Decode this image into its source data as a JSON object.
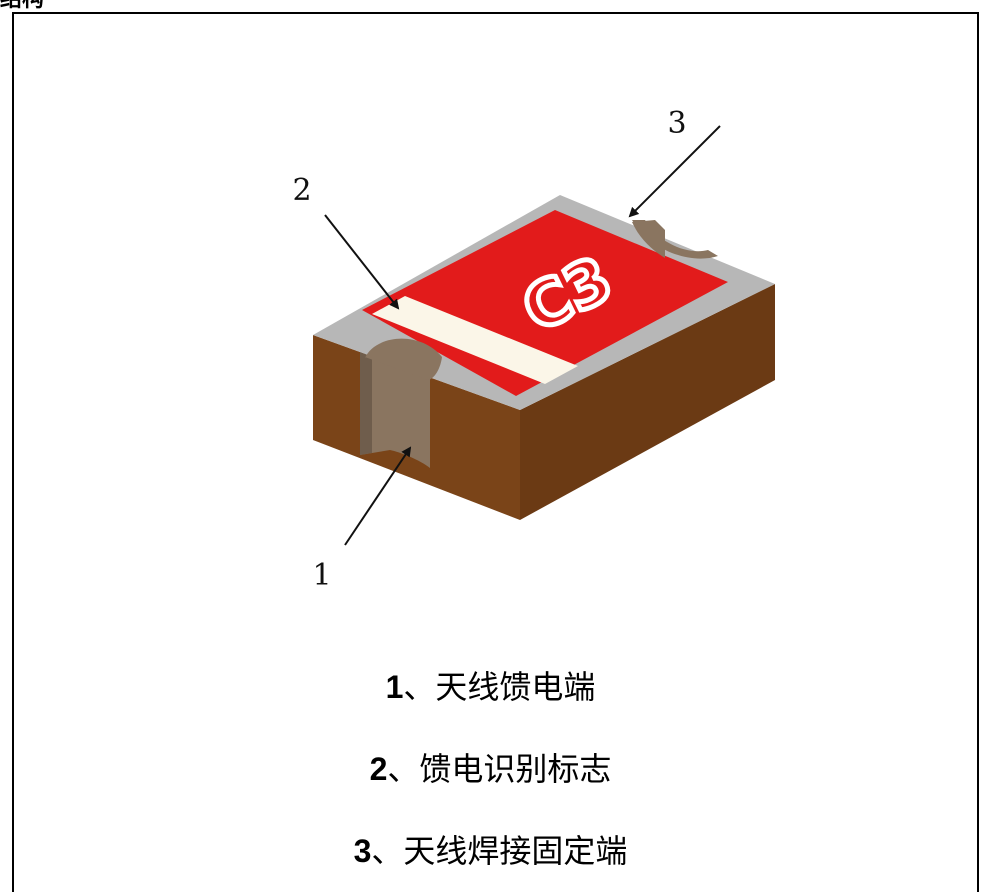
{
  "heading": "结构",
  "component": {
    "marking": "C3",
    "colors": {
      "body_brown": "#6b3a14",
      "body_brown_dark": "#5a2f0e",
      "terminal_gray": "#b7b7b7",
      "pad_brown": "#8a7560",
      "top_red": "#e21b1b",
      "feed_mark": "#fbf6e8"
    }
  },
  "callouts": [
    {
      "number": "1"
    },
    {
      "number": "2"
    },
    {
      "number": "3"
    }
  ],
  "legend": [
    {
      "number": "1",
      "sep": "、",
      "text": "天线馈电端"
    },
    {
      "number": "2",
      "sep": "、",
      "text": "馈电识别标志"
    },
    {
      "number": "3",
      "sep": "、",
      "text": "天线焊接固定端"
    }
  ]
}
